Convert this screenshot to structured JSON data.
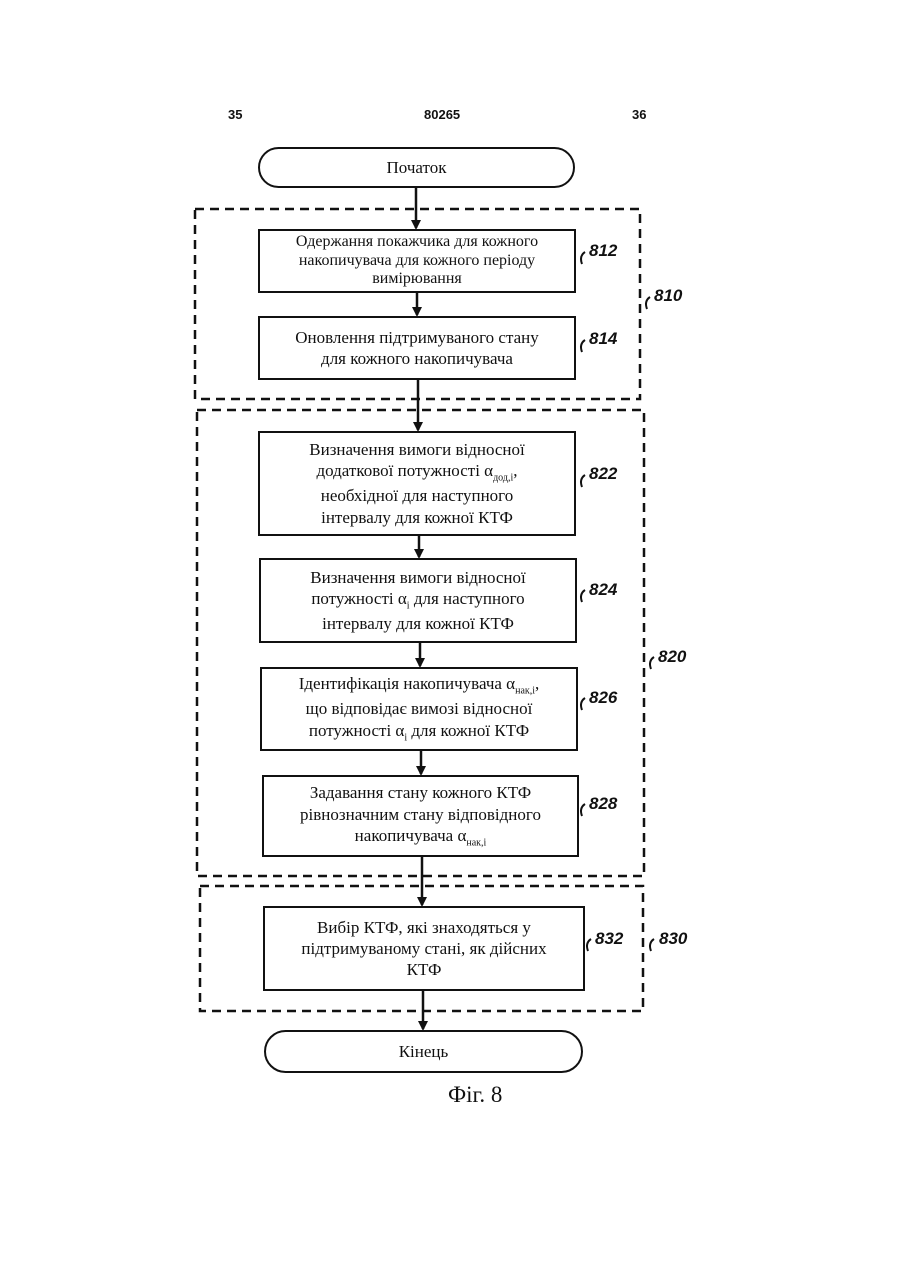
{
  "header": {
    "left_page": "35",
    "doc_number": "80265",
    "right_page": "36"
  },
  "start": "Початок",
  "end": "Кінець",
  "groups": [
    {
      "ref": "810"
    },
    {
      "ref": "820"
    },
    {
      "ref": "830"
    }
  ],
  "steps": [
    {
      "ref": "812",
      "lines": [
        "Одержання покажчика для кожного",
        "накопичувача для кожного періоду",
        "вимірювання"
      ]
    },
    {
      "ref": "814",
      "lines": [
        "Оновлення підтримуваного стану",
        "для кожного накопичувача"
      ]
    },
    {
      "ref": "822",
      "line1": "Визначення вимоги відносної",
      "line2_pre": "додаткової потужності α",
      "line2_sub": "дод,і",
      "line2_post": ",",
      "line3": "необхідної для наступного",
      "line4": "інтервалу для кожної КТФ"
    },
    {
      "ref": "824",
      "line1": "Визначення вимоги відносної",
      "line2_pre": "потужності α",
      "line2_sub": "i",
      "line2_post": " для наступного",
      "line3": "інтервалу для кожної КТФ"
    },
    {
      "ref": "826",
      "line1_pre": "Ідентифікація накопичувача α",
      "line1_sub": "нак,і",
      "line1_post": ",",
      "line2": "що відповідає вимозі відносної",
      "line3_pre": "потужності α",
      "line3_sub": "i",
      "line3_post": " для кожної КТФ"
    },
    {
      "ref": "828",
      "line1": "Задавання стану кожного КТФ",
      "line2": "рівнозначним стану відповідного",
      "line3_pre": "накопичувача α",
      "line3_sub": "нак,і"
    },
    {
      "ref": "832",
      "lines": [
        "Вибір КТФ, які знаходяться у",
        "підтримуваному стані, як дійсних",
        "КТФ"
      ]
    }
  ],
  "caption": "Фіг. 8"
}
